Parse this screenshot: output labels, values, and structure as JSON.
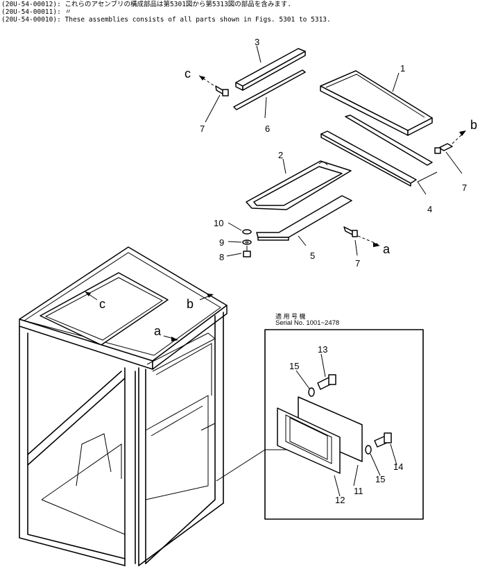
{
  "header": {
    "line1_code": "(20U-54-00012)",
    "line1_text": ": これらのアセンブリの構成部品は第5301図から第5313図の部品を含みます.",
    "line2_code": "(20U-54-00011)",
    "line2_text": ": 〃",
    "line3_code": "(20U-54-00010)",
    "line3_text": ": These assemblies consists of all parts shown in Figs. 5301 to 5313."
  },
  "callouts": {
    "p1": "1",
    "p2": "2",
    "p3": "3",
    "p4": "4",
    "p5": "5",
    "p6": "6",
    "p7a": "7",
    "p7b": "7",
    "p7c": "7",
    "p8": "8",
    "p9": "9",
    "p10": "10",
    "p11": "11",
    "p12": "12",
    "p13": "13",
    "p14": "14",
    "p15a": "15",
    "p15b": "15"
  },
  "refs": {
    "c_top": "c",
    "b_top": "b",
    "a_top": "a",
    "c_cab": "c",
    "b_cab": "b",
    "a_cab": "a"
  },
  "inset": {
    "title_jp": "適 用 号 機",
    "serial": "Serial  No.  1001~2478"
  }
}
